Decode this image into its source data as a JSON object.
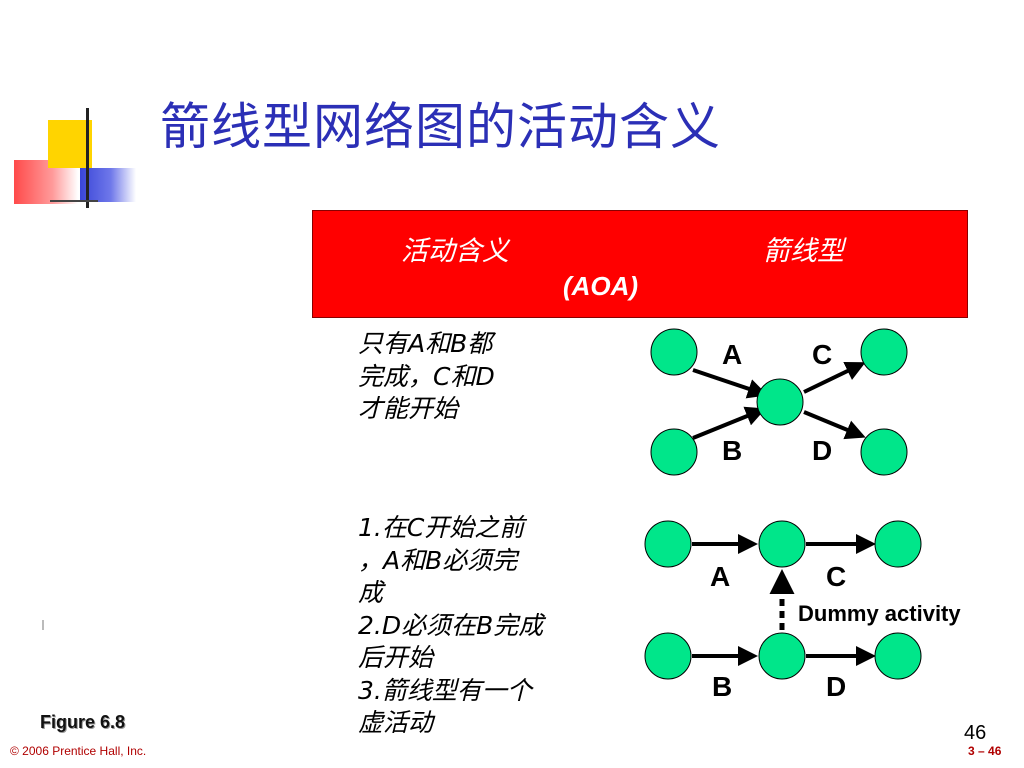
{
  "title": "箭线型网络图的活动含义",
  "header": {
    "meaning": "活动含义",
    "aoa": "箭线型",
    "aoa_abbr": "(AOA)"
  },
  "rows": [
    {
      "description": "只有A和B都\n完成，C和D\n才能开始",
      "labels": {
        "a": "A",
        "b": "B",
        "c": "C",
        "d": "D"
      }
    },
    {
      "description": "1.在C开始之前\n，A和B必须完\n成\n2.D必须在B完成\n后开始\n3.箭线型有一个\n虚活动",
      "labels": {
        "a": "A",
        "b": "B",
        "c": "C",
        "d": "D",
        "dummy": "Dummy activity"
      }
    }
  ],
  "footer": {
    "figure_label": "Figure 6.8",
    "page_number": "46",
    "copyright": "© 2006 Prentice Hall, Inc.",
    "slide_ref": "3 – 46"
  },
  "colors": {
    "title": "#2b2fb6",
    "header_bg": "#ff0000",
    "node_fill": "#00e68a",
    "deco_yellow": "#ffd400",
    "deco_blue": "#3a46d8",
    "deco_red": "#ff4a4a"
  }
}
